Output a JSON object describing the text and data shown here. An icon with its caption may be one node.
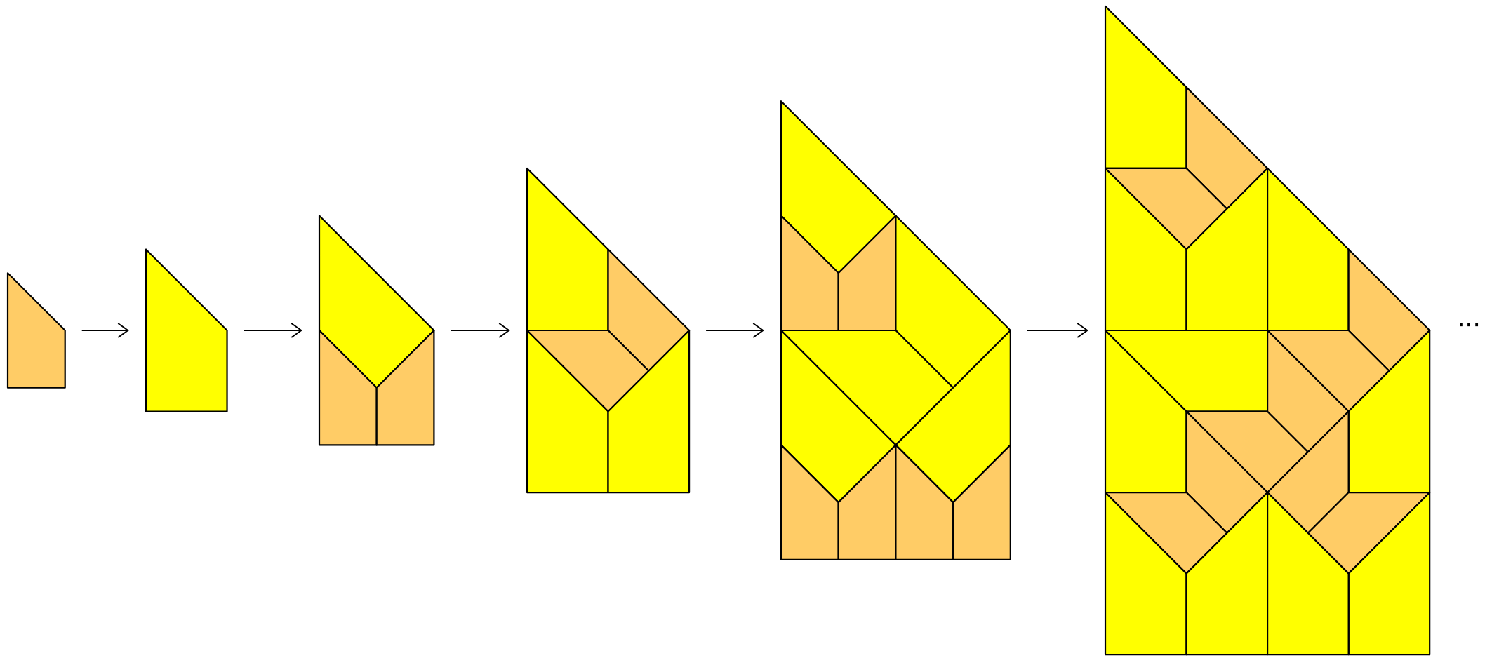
{
  "diagram": {
    "nodes": [
      {
        "text": [],
        "shape": "box"
      },
      {
        "text": [],
        "shape": "box"
      },
      {
        "text": [],
        "shape": "picture"
      },
      {
        "text": [],
        "shape": "picture"
      },
      {
        "text": [],
        "shape": "picture"
      },
      {
        "text": [],
        "shape": "picture"
      }
    ],
    "edges": [
      {
        "from": 0,
        "to": 1,
        "arrow": "to"
      },
      {
        "from": 1,
        "to": 2,
        "arrow": "to"
      },
      {
        "from": 2,
        "to": 3,
        "arrow": "to"
      },
      {
        "from": 3,
        "to": 4,
        "arrow": "to"
      },
      {
        "from": 4,
        "to": 5,
        "arrow": "to"
      }
    ],
    "labels": [
      "..."
    ]
  }
}
